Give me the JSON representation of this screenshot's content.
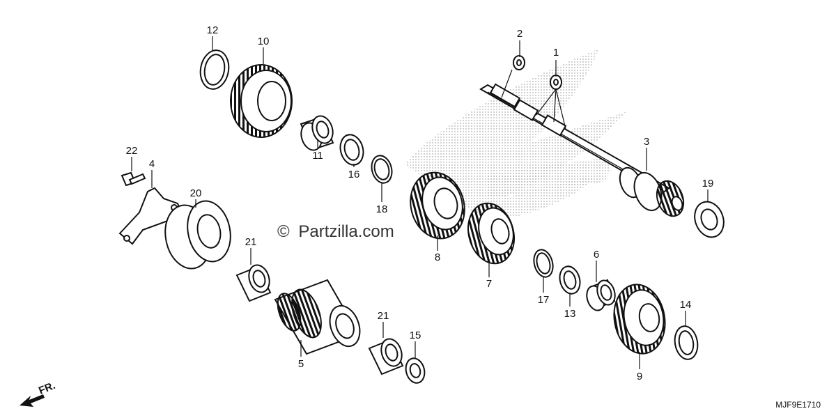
{
  "watermark": {
    "copyright_symbol": "©",
    "text": "Partzilla.com"
  },
  "diagram_code": "MJF9E1710",
  "direction_label": "FR.",
  "callouts": [
    {
      "id": "1",
      "label": "1"
    },
    {
      "id": "2",
      "label": "2"
    },
    {
      "id": "3",
      "label": "3"
    },
    {
      "id": "4",
      "label": "4"
    },
    {
      "id": "5",
      "label": "5"
    },
    {
      "id": "6",
      "label": "6"
    },
    {
      "id": "7",
      "label": "7"
    },
    {
      "id": "8",
      "label": "8"
    },
    {
      "id": "9",
      "label": "9"
    },
    {
      "id": "10",
      "label": "10"
    },
    {
      "id": "11",
      "label": "11"
    },
    {
      "id": "12",
      "label": "12"
    },
    {
      "id": "13",
      "label": "13"
    },
    {
      "id": "14",
      "label": "14"
    },
    {
      "id": "15",
      "label": "15"
    },
    {
      "id": "16",
      "label": "16"
    },
    {
      "id": "17",
      "label": "17"
    },
    {
      "id": "18",
      "label": "18"
    },
    {
      "id": "19",
      "label": "19"
    },
    {
      "id": "20",
      "label": "20"
    },
    {
      "id": "21a",
      "label": "21"
    },
    {
      "id": "21b",
      "label": "21"
    },
    {
      "id": "22",
      "label": "22"
    }
  ]
}
